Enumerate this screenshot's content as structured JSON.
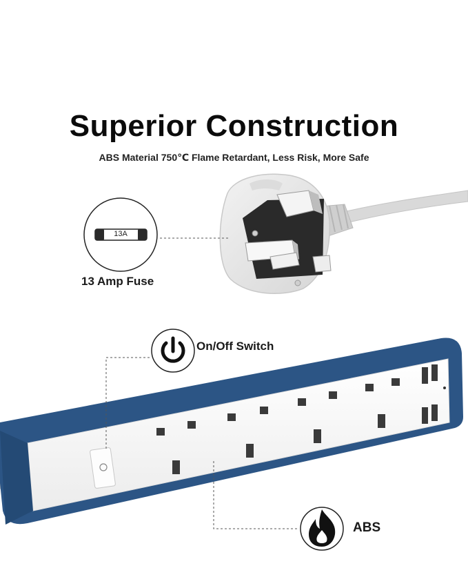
{
  "heading": {
    "title": "Superior Construction",
    "subtitle": "ABS Material 750℃ Flame Retardant, Less Risk, More Safe"
  },
  "callouts": {
    "fuse_rating": "13A",
    "fuse_label": "13 Amp Fuse",
    "switch_label": "On/Off Switch",
    "material_label": "ABS"
  },
  "icons": [
    "fuse-icon",
    "power-icon",
    "flame-icon"
  ],
  "colors": {
    "strip_blue": "#2c5585",
    "strip_white": "#f4f4f4",
    "plug_grey": "#e9e9e9"
  }
}
